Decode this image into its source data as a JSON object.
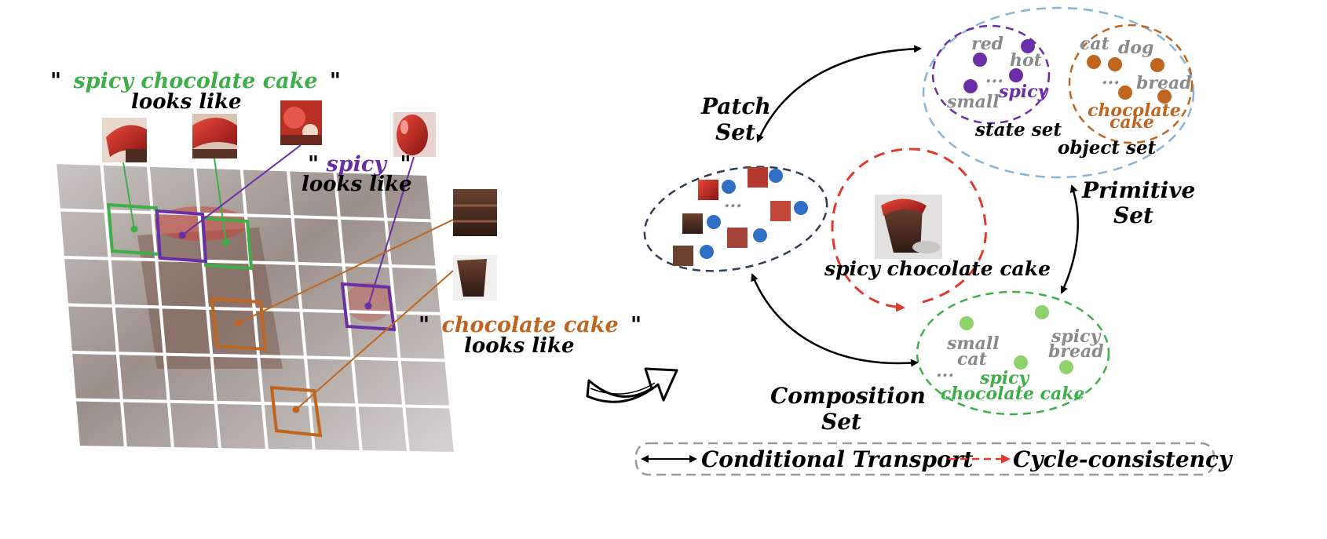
{
  "left": {
    "label_scc_open": "\"",
    "label_scc": "spicy chocolate cake",
    "label_scc_close": "\"",
    "looks_like_1": "looks like",
    "label_spicy_open": "\"",
    "label_spicy": "spicy",
    "label_spicy_close": "\"",
    "looks_like_2": "looks like",
    "label_cc_open": "\"",
    "label_cc": "chocolate cake",
    "label_cc_close": "\"",
    "looks_like_3": "looks like"
  },
  "right": {
    "patch_set_1": "Patch",
    "patch_set_2": "Set",
    "state_words": {
      "red": "red",
      "hot": "hot",
      "ellipsis": "...",
      "small": "small",
      "spicy": "spicy"
    },
    "state_set": "state set",
    "object_words": {
      "cat": "cat",
      "dog": "dog",
      "ellipsis": "...",
      "bread": "bread",
      "chocolate": "chocolate",
      "cake": "cake"
    },
    "object_set": "object set",
    "primitive_set_1": "Primitive",
    "primitive_set_2": "Set",
    "center_caption": "spicy chocolate cake",
    "patch_ellipsis": "...",
    "composition_words": {
      "small": "small",
      "cat": "cat",
      "spicy_top": "spicy",
      "bread": "bread",
      "ellipsis": "...",
      "spicy": "spicy",
      "chocolate_cake": "chocolate cake"
    },
    "composition_set_1": "Composition",
    "composition_set_2": "Set"
  },
  "legend": {
    "conditional_transport": "Conditional Transport",
    "cycle_consistency": "Cycle-consistency"
  },
  "colors": {
    "green": "#3fae49",
    "purple": "#6a2fa6",
    "orange": "#c0651f",
    "blue_dot": "#2f6fc5",
    "purple_dot": "#6a2fa6",
    "orange_dot": "#c0651f",
    "green_dot": "#8fd16a",
    "red_dash": "#e03a2d",
    "gray_text": "#8a8a8a",
    "dark_navy": "#2c3e50",
    "light_blue": "#8ab3d8"
  }
}
